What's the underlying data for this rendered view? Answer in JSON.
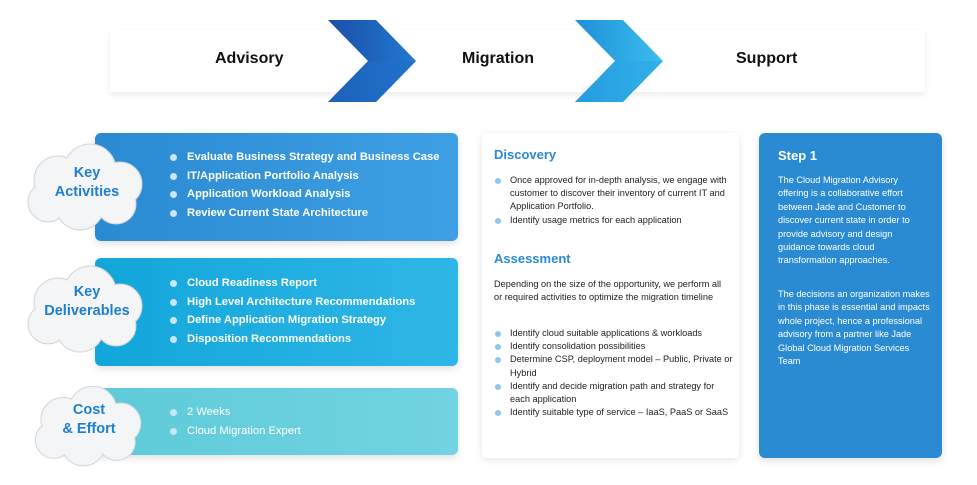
{
  "phases": {
    "advisory": "Advisory",
    "migration": "Migration",
    "support": "Support"
  },
  "colors": {
    "primary_blue": "#2a8ad2",
    "deliverables_blue": "#12a6db",
    "effort_teal": "#5ecad8",
    "chevron_dark": "#1b5fb8",
    "chevron_light": "#2ab0ec"
  },
  "key_activities": {
    "label_line1": "Key",
    "label_line2": "Activities",
    "items": [
      "Evaluate Business Strategy and Business Case",
      "IT/Application Portfolio Analysis",
      "Application Workload Analysis",
      "Review Current State Architecture"
    ]
  },
  "key_deliverables": {
    "label_line1": "Key",
    "label_line2": "Deliverables",
    "items": [
      "Cloud Readiness Report",
      "High Level Architecture Recommendations",
      "Define Application Migration Strategy",
      "Disposition Recommendations"
    ]
  },
  "cost_effort": {
    "label_line1": "Cost",
    "label_line2": "& Effort",
    "items": [
      "2 Weeks",
      "Cloud Migration Expert"
    ]
  },
  "discovery": {
    "title": "Discovery",
    "items": [
      "Once approved for in-depth analysis, we engage with customer to discover their inventory of current IT and Application Portfolio.",
      "Identify usage metrics for each application"
    ]
  },
  "assessment": {
    "title": "Assessment",
    "intro": "Depending on the size of the opportunity, we perform all or required activities to optimize the migration timeline",
    "items": [
      "Identify cloud suitable applications & workloads",
      "Identify consolidation possibilities",
      "Determine CSP, deployment model – Public, Private or Hybrid",
      "Identify and decide migration path and strategy for each application",
      "Identify suitable type of service – IaaS, PaaS or SaaS"
    ]
  },
  "step": {
    "title": "Step 1",
    "paragraph1": "The Cloud Migration Advisory offering is a collaborative effort between Jade and Customer to discover current state in order to provide advisory and design guidance towards cloud transformation approaches.",
    "paragraph2": "The decisions an organization makes in this phase is essential and impacts whole project, hence a professional advisory from a partner like Jade Global Cloud Migration Services Team"
  }
}
